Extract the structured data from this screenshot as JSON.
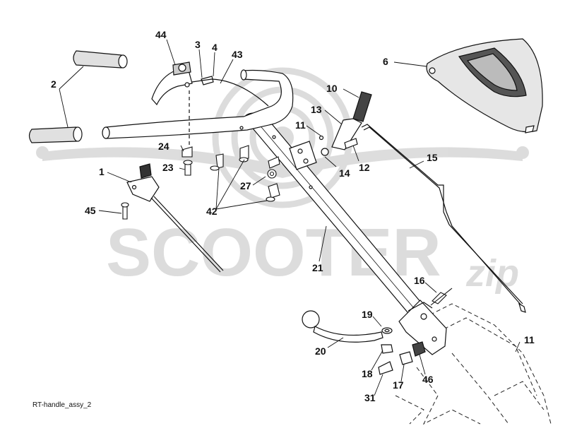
{
  "diagram": {
    "caption": "RT-handle_assy_2",
    "watermark": {
      "brand": "SCOOTER",
      "suffix": "zip"
    },
    "colors": {
      "line": "#111111",
      "part_fill": "#dcdcdc",
      "dark_fill": "#333333",
      "watermark": "#d9d9d9"
    },
    "callouts": [
      {
        "id": "c44",
        "label": "44"
      },
      {
        "id": "c3",
        "label": "3"
      },
      {
        "id": "c4",
        "label": "4"
      },
      {
        "id": "c43",
        "label": "43"
      },
      {
        "id": "c6",
        "label": "6"
      },
      {
        "id": "c2",
        "label": "2"
      },
      {
        "id": "c10",
        "label": "10"
      },
      {
        "id": "c13",
        "label": "13"
      },
      {
        "id": "c11a",
        "label": "11"
      },
      {
        "id": "c24",
        "label": "24"
      },
      {
        "id": "c23",
        "label": "23"
      },
      {
        "id": "c1",
        "label": "1"
      },
      {
        "id": "c14",
        "label": "14"
      },
      {
        "id": "c12",
        "label": "12"
      },
      {
        "id": "c15",
        "label": "15"
      },
      {
        "id": "c27",
        "label": "27"
      },
      {
        "id": "c42",
        "label": "42"
      },
      {
        "id": "c45",
        "label": "45"
      },
      {
        "id": "c21",
        "label": "21"
      },
      {
        "id": "c16",
        "label": "16"
      },
      {
        "id": "c19",
        "label": "19"
      },
      {
        "id": "c20",
        "label": "20"
      },
      {
        "id": "c11b",
        "label": "11"
      },
      {
        "id": "c18",
        "label": "18"
      },
      {
        "id": "c17",
        "label": "17"
      },
      {
        "id": "c46",
        "label": "46"
      },
      {
        "id": "c31",
        "label": "31"
      }
    ]
  }
}
